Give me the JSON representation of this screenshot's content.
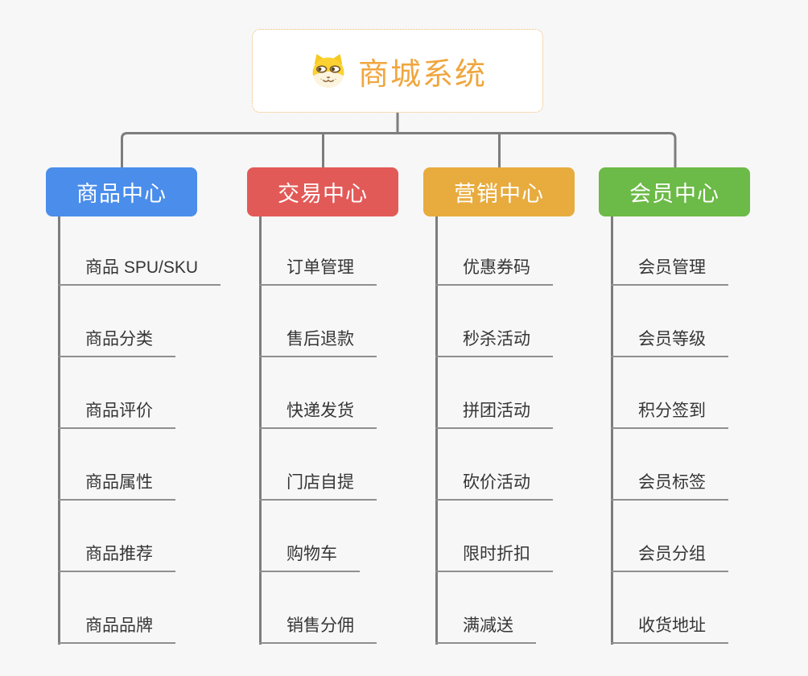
{
  "root": {
    "title": "商城系统",
    "icon": "shiba-dog-icon",
    "text_color": "#f0a63e",
    "border_color": "#efb76e"
  },
  "branches": [
    {
      "label": "商品中心",
      "color": "#4a8deb",
      "children": [
        "商品 SPU/SKU",
        "商品分类",
        "商品评价",
        "商品属性",
        "商品推荐",
        "商品品牌"
      ]
    },
    {
      "label": "交易中心",
      "color": "#e25a57",
      "children": [
        "订单管理",
        "售后退款",
        "快递发货",
        "门店自提",
        "购物车",
        "销售分佣"
      ]
    },
    {
      "label": "营销中心",
      "color": "#e8ab3e",
      "children": [
        "优惠券码",
        "秒杀活动",
        "拼团活动",
        "砍价活动",
        "限时折扣",
        "满减送"
      ]
    },
    {
      "label": "会员中心",
      "color": "#6cba47",
      "children": [
        "会员管理",
        "会员等级",
        "积分签到",
        "会员标签",
        "会员分组",
        "收货地址"
      ]
    }
  ],
  "colors": {
    "background": "#f7f7f7",
    "connector_line": "#7d7d7d",
    "child_underline": "#8f8f8f",
    "child_text": "#363636",
    "node_text": "#ffffff"
  }
}
